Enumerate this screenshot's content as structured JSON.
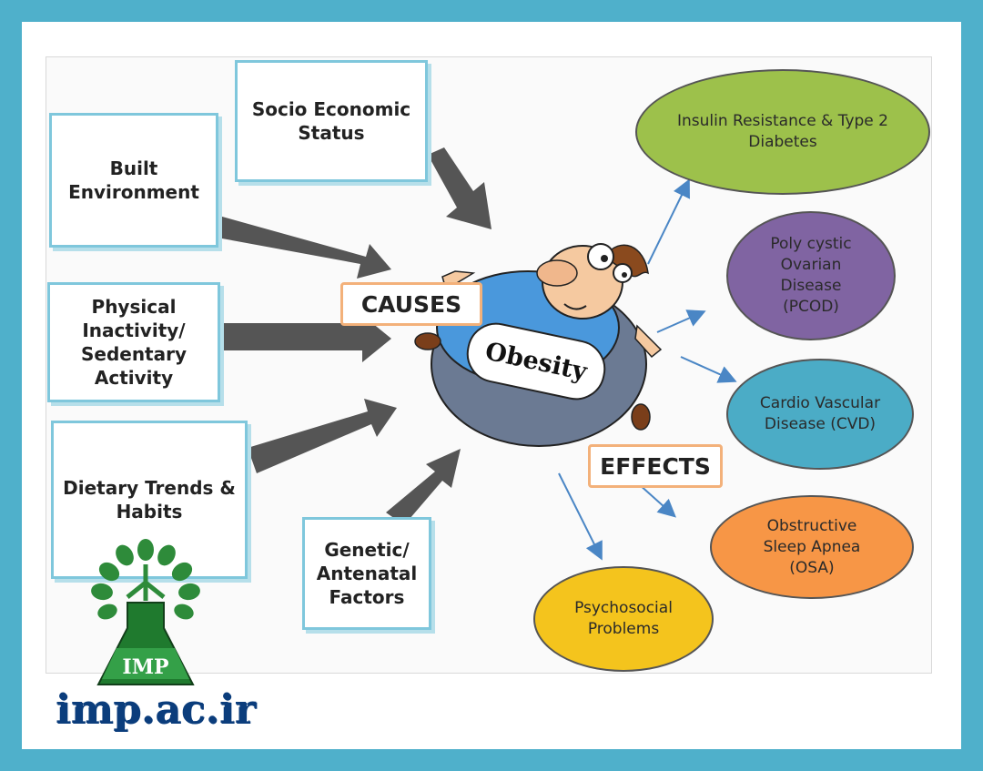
{
  "causes": {
    "socio": "Socio Economic\nStatus",
    "built": "Built\nEnvironment",
    "physical": "Physical\nInactivity/\nSedentary\nActivity",
    "dietary": "Dietary Trends &\nHabits",
    "genetic": "Genetic/\nAntenatal\nFactors"
  },
  "labels": {
    "causes": "CAUSES",
    "effects": "EFFECTS",
    "center": "Obesity"
  },
  "effects": {
    "diabetes": "Insulin Resistance & Type 2\nDiabetes",
    "pcod": "Poly cystic\nOvarian\nDisease\n(PCOD)",
    "cvd": "Cardio Vascular\nDisease (CVD)",
    "osa": "Obstructive\nSleep Apnea\n(OSA)",
    "psycho": "Psychosocial\nProblems"
  },
  "logo": {
    "text": "IMP",
    "site": "imp.ac.ir"
  },
  "colors": {
    "border": "#4fb0cb",
    "diabetes": "#9dc14b",
    "pcod": "#8064a2",
    "cvd": "#4bacc6",
    "osa": "#f79646",
    "psycho": "#f4c41d",
    "logo_green": "#1f7a2e"
  }
}
